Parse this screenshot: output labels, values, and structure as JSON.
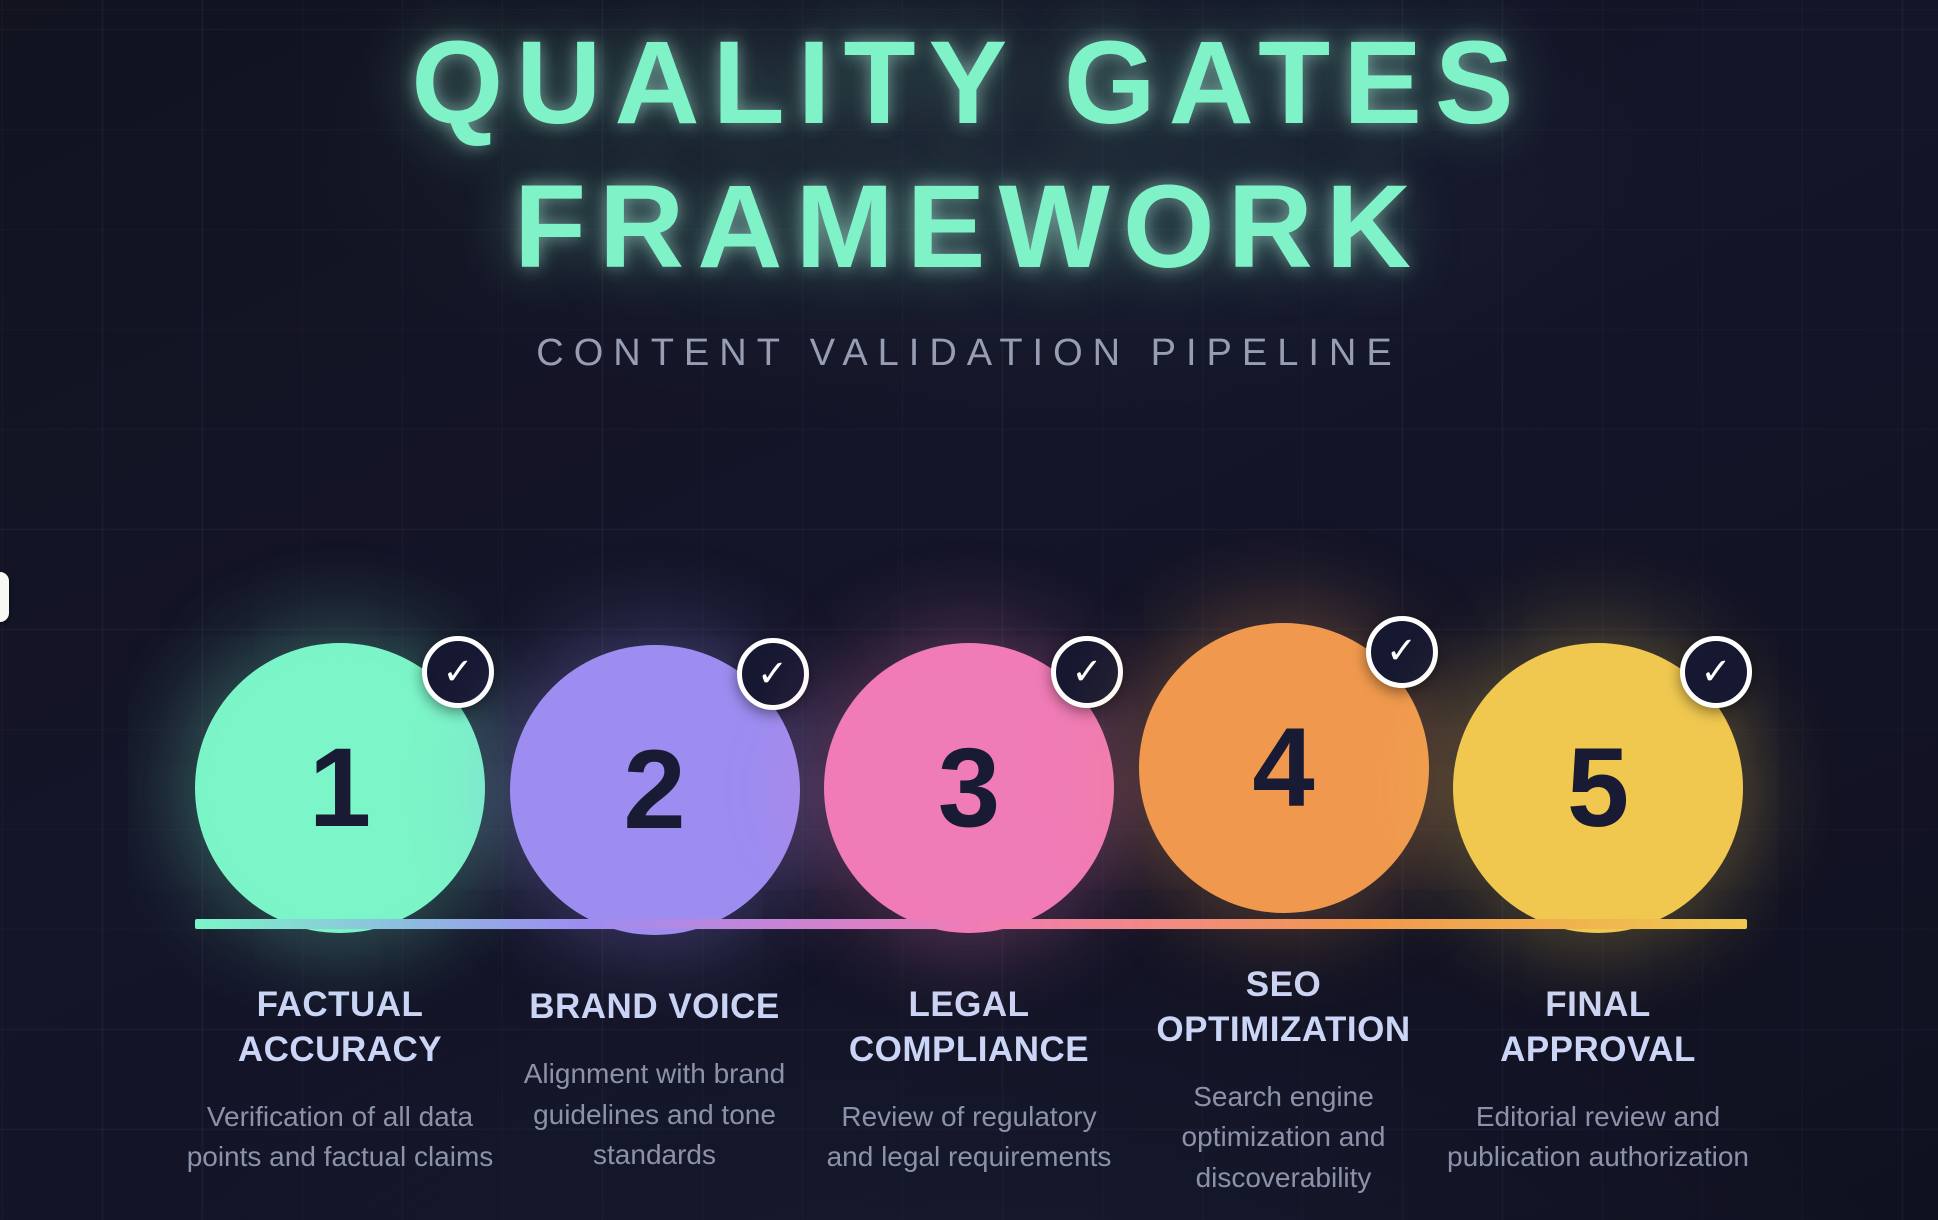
{
  "header": {
    "title_line1": "QUALITY GATES",
    "title_line2": "FRAMEWORK",
    "subtitle": "CONTENT VALIDATION PIPELINE"
  },
  "icons": {
    "check": "✓"
  },
  "theme": {
    "background": "#111221",
    "title": "#7FF2C8",
    "subtitle": "#979EB4",
    "stage_label": "#CBD5F5",
    "stage_desc": "#8C92AA",
    "number": "#191A33",
    "badge_bg": "#161831",
    "badge_border": "#FFFFFF"
  },
  "stages": [
    {
      "number": "1",
      "color": "#7CF5C8",
      "title": "FACTUAL\nACCURACY",
      "description": "Verification of all data\npoints and factual claims",
      "checked": true
    },
    {
      "number": "2",
      "color": "#9D8DF1",
      "title": "BRAND VOICE",
      "description": "Alignment with brand\nguidelines and tone\nstandards",
      "checked": true
    },
    {
      "number": "3",
      "color": "#F07CB7",
      "title": "LEGAL\nCOMPLIANCE",
      "description": "Review of regulatory\nand legal requirements",
      "checked": true
    },
    {
      "number": "4",
      "color": "#F0994E",
      "title": "SEO\nOPTIMIZATION",
      "description": "Search engine\noptimization and\ndiscoverability",
      "checked": true
    },
    {
      "number": "5",
      "color": "#F0C850",
      "title": "FINAL\nAPPROVAL",
      "description": "Editorial review and\npublication authorization",
      "checked": true
    }
  ]
}
